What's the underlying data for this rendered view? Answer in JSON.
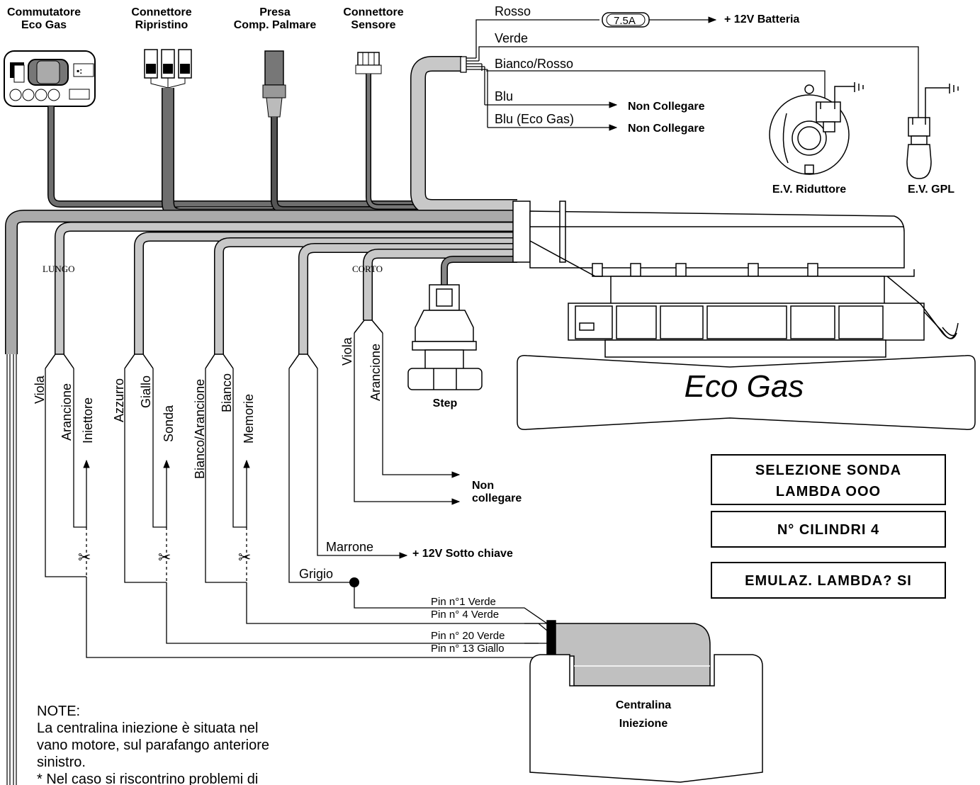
{
  "headers": {
    "commutatore": [
      "Commutatore",
      "Eco Gas"
    ],
    "ripristino": [
      "Connettore",
      "Ripristino"
    ],
    "palmare": [
      "Presa",
      "Comp. Palmare"
    ],
    "sensore": [
      "Connettore",
      "Sensore"
    ]
  },
  "wires_top": {
    "rosso": "Rosso",
    "fuse": "7.5A",
    "batteria": "+ 12V Batteria",
    "verde": "Verde",
    "bianco_rosso": "Bianco/Rosso",
    "blu": "Blu",
    "blu_eco": "Blu (Eco Gas)",
    "non_collegare_1": "Non Collegare",
    "non_collegare_2": "Non Collegare",
    "ev_riduttore": "E.V. Riduttore",
    "ev_gpl": "E.V. GPL"
  },
  "branch_labels": {
    "lungo": "LUNGO",
    "corto": "CORTO",
    "step": "Step"
  },
  "vertical_labels": {
    "viola1": "Viola",
    "arancione1": "Arancione",
    "iniettore": "Iniettore",
    "azzurro": "Azzurro",
    "giallo": "Giallo",
    "sonda": "Sonda",
    "bianco_arancione": "Bianco/Arancione",
    "bianco": "Bianco",
    "memorie": "Memorie",
    "viola2": "Viola",
    "arancione2": "Arancione"
  },
  "lower_labels": {
    "non": "Non",
    "collegare": "collegare",
    "marrone": "Marrone",
    "sotto_chiave": "+ 12V Sotto chiave",
    "grigio": "Grigio",
    "pin1": "Pin n°1 Verde",
    "pin4": "Pin n° 4 Verde",
    "pin20": "Pin n° 20 Verde",
    "pin13": "Pin n° 13 Giallo"
  },
  "ecogas_title": "Eco Gas",
  "centralina": [
    "Centralina",
    "Iniezione"
  ],
  "boxes": {
    "sonda": [
      "SELEZIONE SONDA",
      "LAMBDA OOO"
    ],
    "cilindri": "N° CILINDRI 4",
    "emulaz": "EMULAZ. LAMBDA? SI"
  },
  "notes": [
    "NOTE:",
    "La centralina iniezione è situata nel",
    "vano motore, sul parafango anteriore",
    "sinistro.",
    "* Nel caso si riscontrino problemi di"
  ],
  "colors": {
    "cable_dark": "#6e6e6e",
    "cable_mid": "#9a9a9a",
    "cable_light": "#c8c8c8",
    "ecu_fill": "#c0c0c0"
  }
}
